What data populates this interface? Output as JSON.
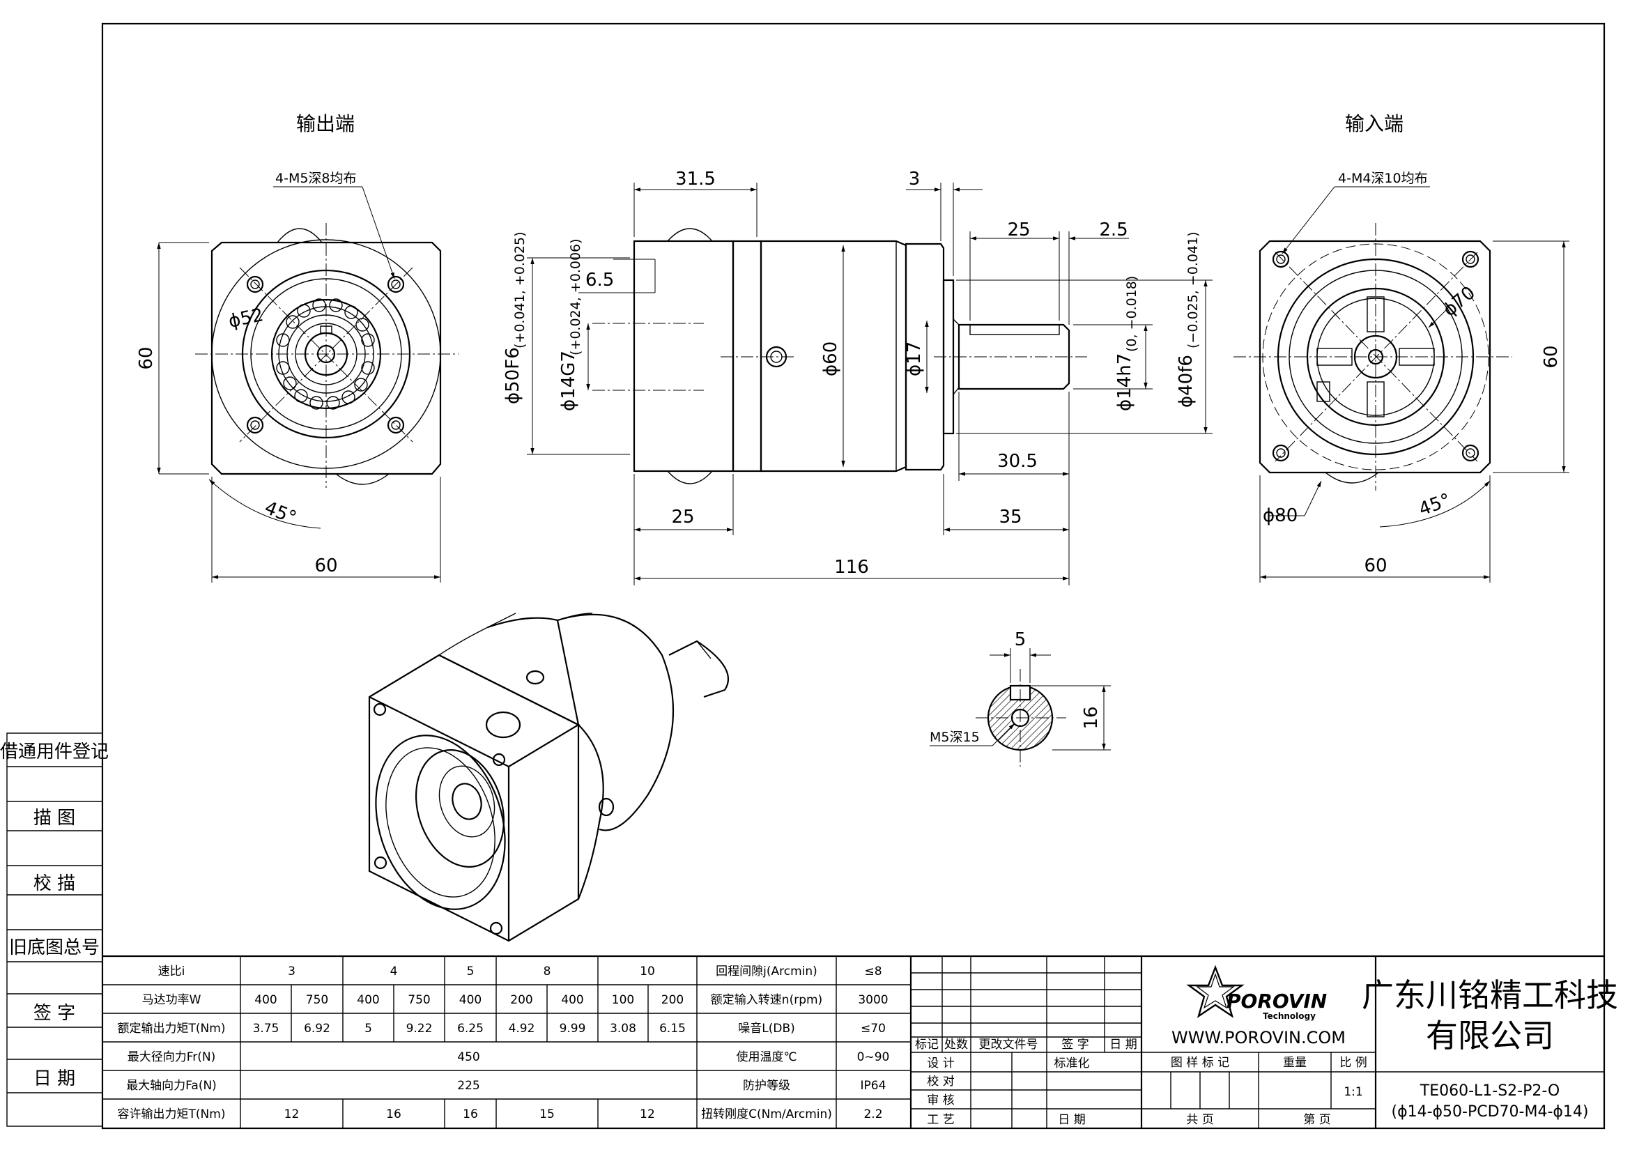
{
  "views": {
    "output_label": "输出端",
    "input_label": "输入端"
  },
  "dims": {
    "out_holes": "4-M5深8均布",
    "out_pcd": "ϕ52",
    "out_height": "60",
    "out_width": "60",
    "out_angle": "45°",
    "side_flange_len": "31.5",
    "side_gap": "3",
    "side_shaft_key": "25",
    "side_shaft_end": "2.5",
    "side_pilot": "6.5",
    "side_phi50": "ϕ50F6",
    "side_phi50_tol": "(+0.041, +0.025)",
    "side_phi14g": "ϕ14G7",
    "side_phi14g_tol": "(+0.024, +0.006)",
    "side_phi60": "ϕ60",
    "side_phi17": "ϕ17",
    "side_phi14h": "ϕ14h7",
    "side_phi14h_tol": "(0, −0.018)",
    "side_phi40": "ϕ40f6",
    "side_phi40_tol": "(−0.025, −0.041)",
    "side_shaft_len": "30.5",
    "side_flange_thk": "25",
    "side_front_len": "35",
    "side_total": "116",
    "in_holes": "4-M4深10均布",
    "in_pcd": "ϕ70",
    "in_height": "60",
    "in_width": "60",
    "in_angle": "45°",
    "in_dia": "ϕ80",
    "sec_key": "5",
    "sec_height": "16",
    "sec_thread": "M5深15"
  },
  "left_box": [
    "借通用件登记",
    "描 图",
    "校 描",
    "旧底图总号",
    "签 字",
    "日 期"
  ],
  "spec_table": {
    "rows": [
      {
        "label": "速比i",
        "cells": [
          [
            "3",
            2
          ],
          [
            "4",
            2
          ],
          [
            "5",
            1
          ],
          [
            "8",
            2
          ],
          [
            "10",
            2
          ]
        ]
      },
      {
        "label": "马达功率W",
        "cells": [
          [
            "400",
            1
          ],
          [
            "750",
            1
          ],
          [
            "400",
            1
          ],
          [
            "750",
            1
          ],
          [
            "400",
            1
          ],
          [
            "200",
            1
          ],
          [
            "400",
            1
          ],
          [
            "100",
            1
          ],
          [
            "200",
            1
          ]
        ]
      },
      {
        "label": "额定输出力矩T(Nm)",
        "cells": [
          [
            "3.75",
            1
          ],
          [
            "6.92",
            1
          ],
          [
            "5",
            1
          ],
          [
            "9.22",
            1
          ],
          [
            "6.25",
            1
          ],
          [
            "4.92",
            1
          ],
          [
            "9.99",
            1
          ],
          [
            "3.08",
            1
          ],
          [
            "6.15",
            1
          ]
        ]
      },
      {
        "label": "最大径向力Fr(N)",
        "cells": [
          [
            "450",
            9
          ]
        ]
      },
      {
        "label": "最大轴向力Fa(N)",
        "cells": [
          [
            "225",
            9
          ]
        ]
      },
      {
        "label": "容许输出力矩T(Nm)",
        "cells": [
          [
            "12",
            2
          ],
          [
            "16",
            2
          ],
          [
            "16",
            1
          ],
          [
            "15",
            2
          ],
          [
            "12",
            2
          ]
        ]
      }
    ],
    "right_rows": [
      {
        "label": "回程间隙j(Arcmin)",
        "value": "≤8"
      },
      {
        "label": "额定输入转速n(rpm)",
        "value": "3000"
      },
      {
        "label": "噪音L(DB)",
        "value": "≤70"
      },
      {
        "label": "使用温度℃",
        "value": "0~90"
      },
      {
        "label": "防护等级",
        "value": "IP64"
      },
      {
        "label": "扭转刚度C(Nm/Arcmin)",
        "value": "2.2"
      }
    ]
  },
  "revision_block": {
    "headers": [
      "标记",
      "处数",
      "更改文件号",
      "签 字",
      "日 期"
    ],
    "roles": [
      "设 计",
      "校 对",
      "审 核",
      "工 艺"
    ],
    "standard": "标准化",
    "date": "日 期"
  },
  "brand": {
    "logo_text": "POROVIN",
    "logo_sub": "Technology",
    "website": "WWW.POROVIN.COM"
  },
  "info_block": {
    "headers": [
      "图 样 标 记",
      "重量",
      "比 例"
    ],
    "scale": "1:1",
    "sheets_total": "共 页",
    "sheet_no": "第 页"
  },
  "company": {
    "line1": "广东川铭精工科技",
    "line2": "有限公司"
  },
  "model": {
    "line1": "TE060-L1-S2-P2-O",
    "line2": "(ϕ14-ϕ50-PCD70-M4-ϕ14)"
  }
}
